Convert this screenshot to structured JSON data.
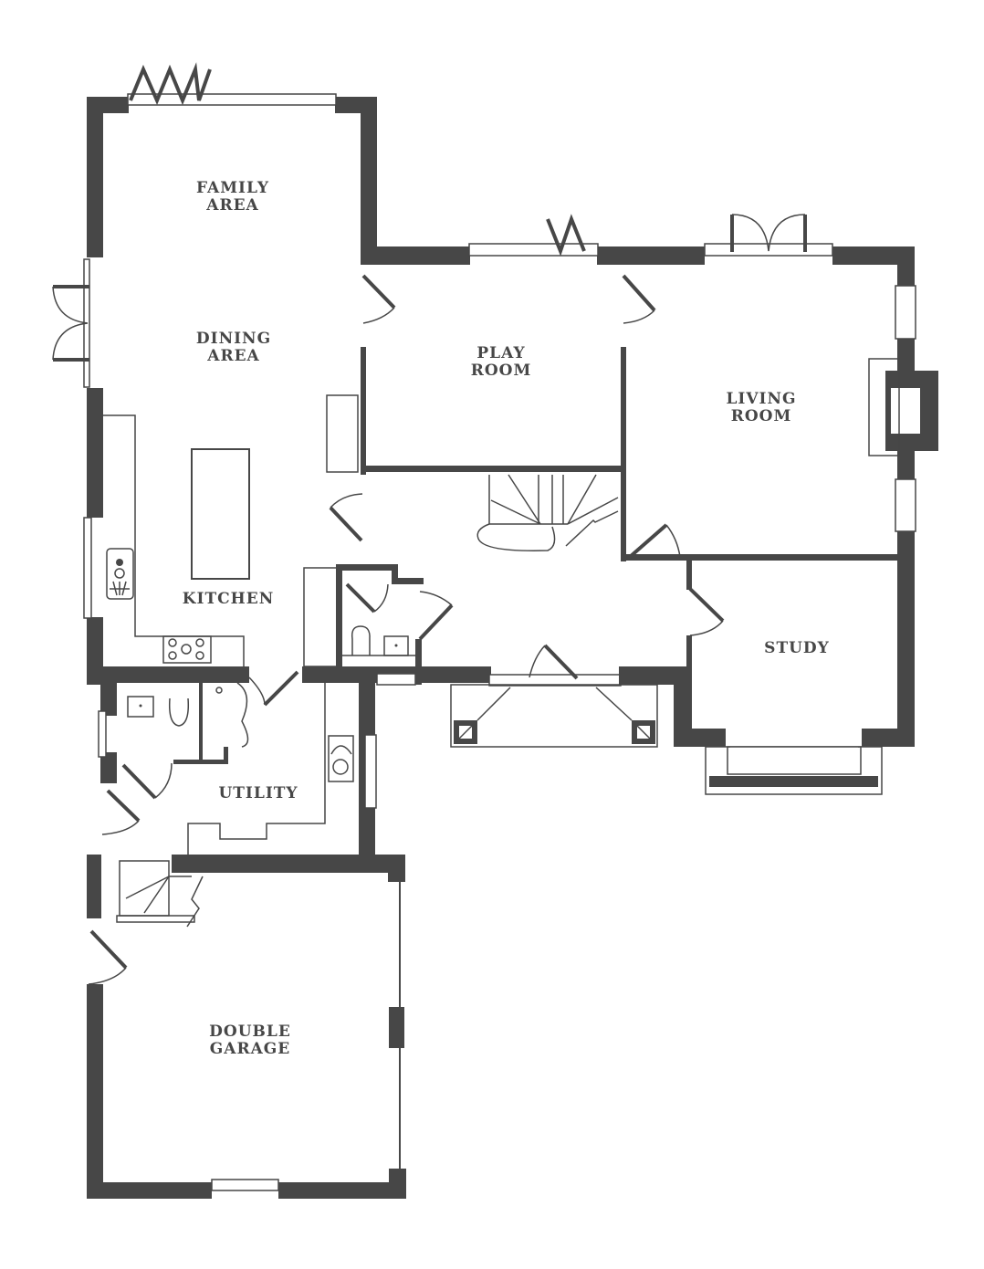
{
  "plan": {
    "type": "ground-floor-plan",
    "wall_color": "#474747",
    "background": "#ffffff"
  },
  "rooms": {
    "family_area": {
      "line1": "FAMILY",
      "line2": "AREA"
    },
    "dining_area": {
      "line1": "DINING",
      "line2": "AREA"
    },
    "kitchen": {
      "line1": "KITCHEN"
    },
    "play_room": {
      "line1": "PLAY",
      "line2": "ROOM"
    },
    "living_room": {
      "line1": "LIVING",
      "line2": "ROOM"
    },
    "study": {
      "line1": "STUDY"
    },
    "utility": {
      "line1": "UTILITY"
    },
    "double_garage": {
      "line1": "DOUBLE",
      "line2": "GARAGE"
    }
  }
}
